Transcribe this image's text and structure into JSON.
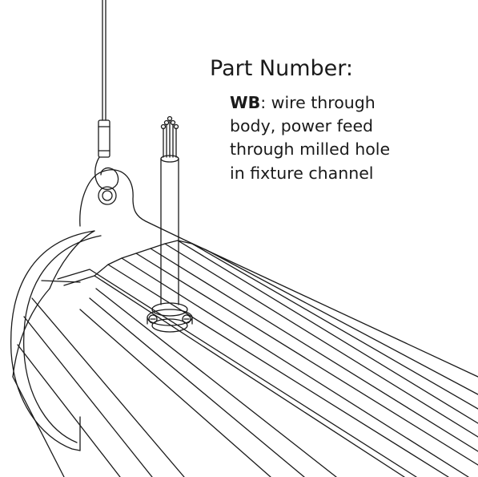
{
  "callout": {
    "heading": "Part Number:",
    "code": "WB",
    "line1_suffix": ": wire through",
    "line2": "body, power feed",
    "line3": "through milled hole",
    "line4": "in fixture channel"
  },
  "colors": {
    "stroke": "#1a1a1a",
    "background": "#ffffff"
  }
}
